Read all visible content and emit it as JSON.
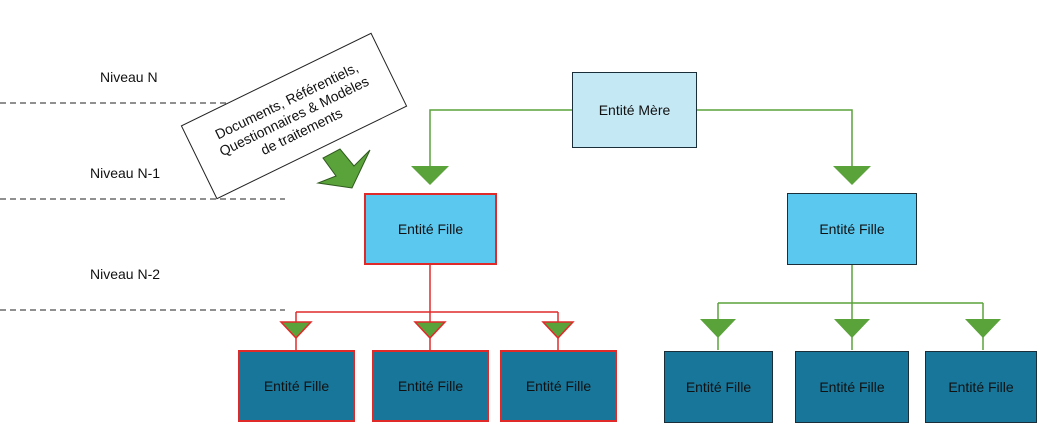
{
  "levels": [
    "Niveau N",
    "Niveau N-1",
    "Niveau N-2"
  ],
  "note": {
    "lines": [
      "Documents, Référentiels,",
      "Questionnaires & Modèles",
      "de traitements"
    ]
  },
  "nodes": {
    "root": "Entité Mère",
    "child_left": "Entité Fille",
    "child_right": "Entité Fille",
    "leaves_left": [
      "Entité Fille",
      "Entité Fille",
      "Entité Fille"
    ],
    "leaves_right": [
      "Entité Fille",
      "Entité Fille",
      "Entité Fille"
    ]
  },
  "colors": {
    "root_fill": "#c5e8f5",
    "child_fill": "#5bc8f0",
    "leaf_fill": "#17769a",
    "highlight": "#e02a2a",
    "connector": "#5aa23a",
    "node_border": "#1a2e3a"
  }
}
